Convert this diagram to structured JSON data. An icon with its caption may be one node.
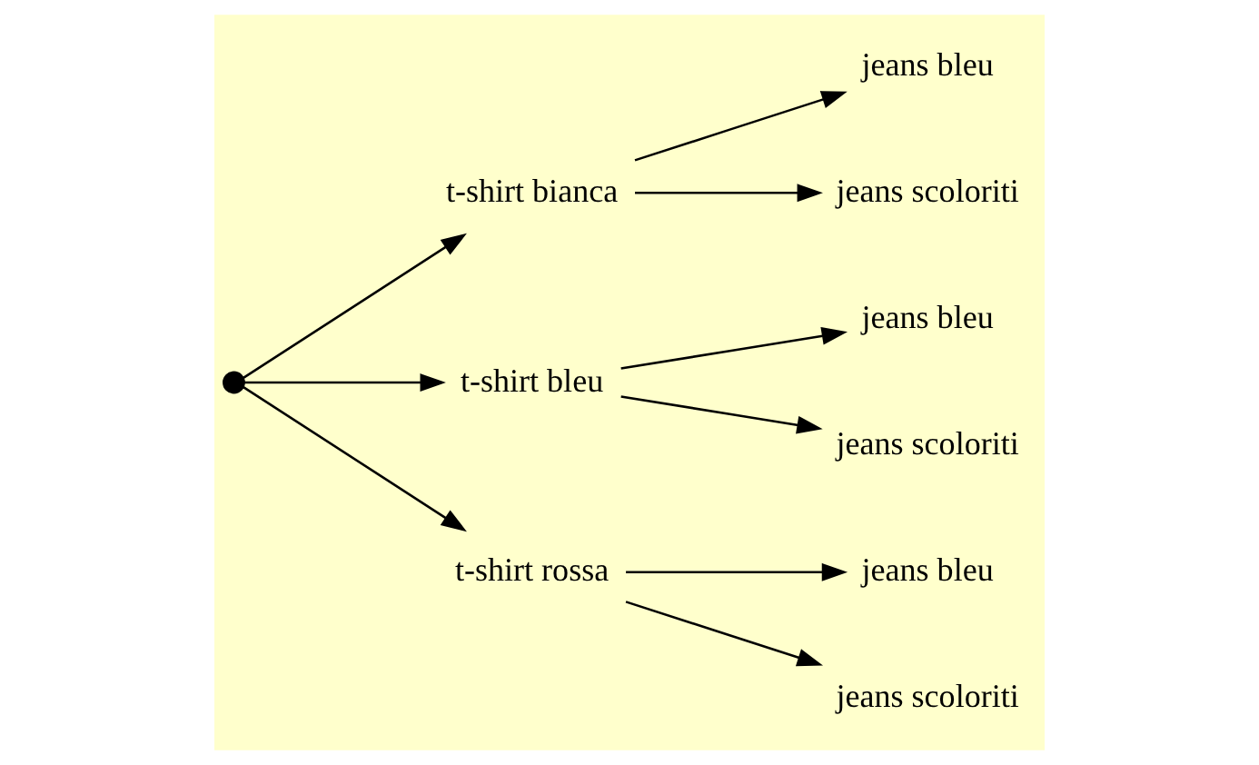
{
  "diagram": {
    "nodes": [
      {
        "text": [],
        "shape": "circle"
      },
      {
        "text": [
          "t-shirt bianca"
        ]
      },
      {
        "text": [
          "jeans bleu"
        ]
      },
      {
        "text": [
          "jeans scoloriti"
        ]
      },
      {
        "text": [
          "t-shirt bleu"
        ]
      },
      {
        "text": [
          "jeans bleu"
        ]
      },
      {
        "text": [
          "jeans scoloriti"
        ]
      },
      {
        "text": [
          "t-shirt rossa"
        ]
      },
      {
        "text": [
          "jeans bleu"
        ]
      },
      {
        "text": [
          "jeans scoloriti"
        ]
      }
    ],
    "edges": [
      {
        "from": 0,
        "to": 1,
        "arrow": "to"
      },
      {
        "from": 0,
        "to": 4,
        "arrow": "to"
      },
      {
        "from": 0,
        "to": 7,
        "arrow": "to"
      },
      {
        "from": 1,
        "to": 2,
        "arrow": "to"
      },
      {
        "from": 1,
        "to": 3,
        "arrow": "to"
      },
      {
        "from": 4,
        "to": 5,
        "arrow": "to"
      },
      {
        "from": 4,
        "to": 6,
        "arrow": "to"
      },
      {
        "from": 7,
        "to": 8,
        "arrow": "to"
      },
      {
        "from": 7,
        "to": 9,
        "arrow": "to"
      }
    ]
  }
}
